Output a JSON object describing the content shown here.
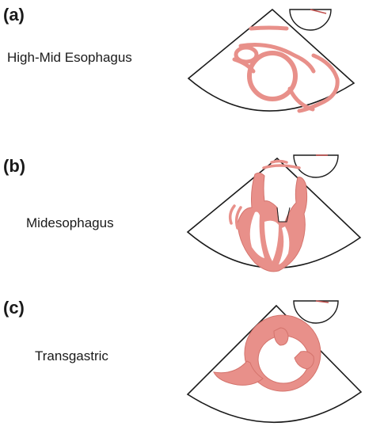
{
  "panels": [
    {
      "letter": "(a)",
      "view": "High-Mid Esophagus"
    },
    {
      "letter": "(b)",
      "view": "Midesophagus"
    },
    {
      "letter": "(c)",
      "view": "Transgastric"
    }
  ],
  "colors": {
    "tissue_fill": "#e8908a",
    "tissue_stroke": "#d4736c",
    "outline": "#1a1a1a",
    "indicator": "#c0504d"
  }
}
